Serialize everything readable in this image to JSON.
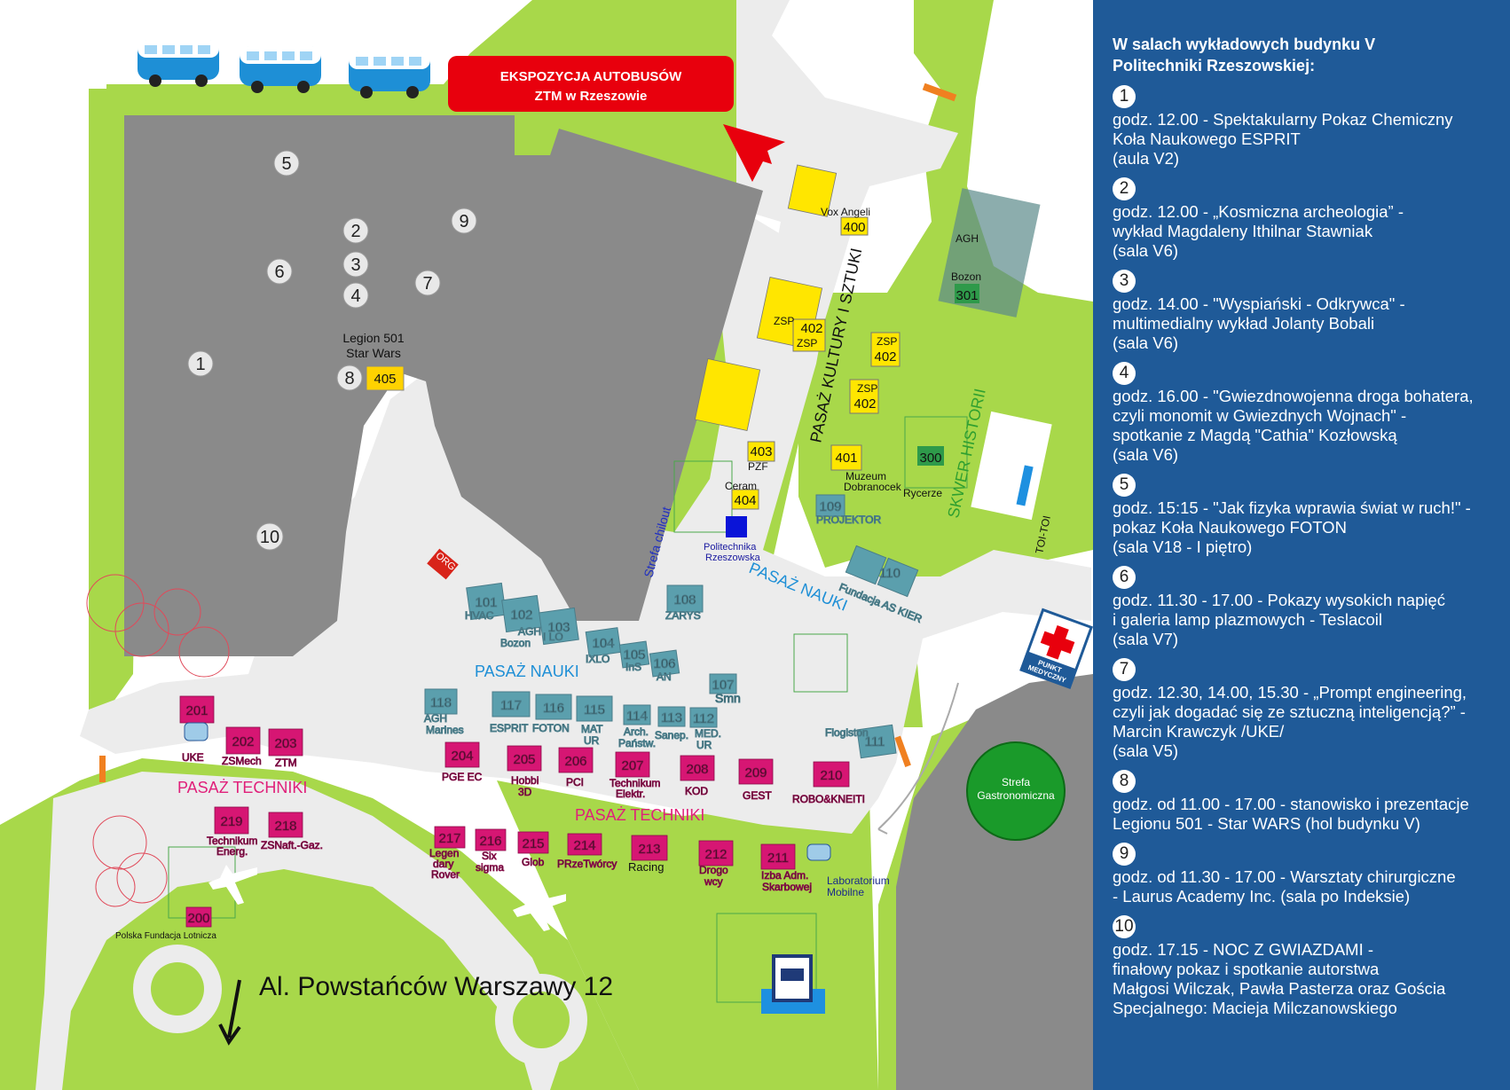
{
  "bus_banner": {
    "line1": "EKSPOZYCJA AUTOBUSÓW",
    "line2": "ZTM w Rzeszowie"
  },
  "hall_numbers": [
    "5",
    "2",
    "3",
    "4",
    "6",
    "7",
    "9",
    "1",
    "8",
    "10"
  ],
  "legion_label": {
    "line1": "Legion 501",
    "line2": "Star Wars",
    "booth": "405"
  },
  "street": "Al. Powstańców Warszawy 12",
  "paths": {
    "kultura": "PASAŻ KULTURY I SZTUKI",
    "nauki_upper": "PASAŻ NAUKI",
    "nauki_lower": "PASAŻ NAUKI",
    "techniki_left": "PASAŻ TECHNIKI",
    "techniki_right": "PASAŻ TECHNIKI",
    "skwer": "SKWER HISTORII",
    "chillout": "Strefa chilout"
  },
  "yellow_booths": {
    "b400": "400",
    "vox": "Vox Angeli",
    "zsp402a_label": "ZSP",
    "zsp402a": "402",
    "zsp402a_label2": "ZSP",
    "zsp402b_label": "ZSP",
    "zsp402b": "402",
    "zsp402c_label": "ZSP",
    "zsp402c": "402",
    "b403": "403",
    "pzf": "PZF",
    "b404": "404",
    "ceram": "Ceram",
    "b401": "401",
    "muzeum1": "Muzeum",
    "muzeum2": "Dobranocek"
  },
  "green_booths": {
    "b301": "301",
    "agh1": "AGH",
    "agh2": "Bozon",
    "b300": "300",
    "rycerze": "Rycerze"
  },
  "teal_booths": {
    "b101": "101",
    "b101l": "HVAC",
    "b102": "102",
    "b102l1": "AGH",
    "b102l2": "Bozon",
    "b103": "103",
    "b103l": "I LO",
    "b104": "104",
    "b104l": "IXLO",
    "b105": "105",
    "b105l": "InS",
    "b106": "106",
    "b106l": "AN",
    "b107": "107",
    "b107l": "Smn",
    "b108": "108",
    "b108l": "ZARYS",
    "b109": "109",
    "b109l": "PROJEKTOR",
    "b110": "110",
    "b110l": "Fundacja AS KIER",
    "b111": "111",
    "b111l": "Flogiston",
    "b112": "112",
    "b112l1": "MED.",
    "b112l2": "UR",
    "b113": "113",
    "b113l": "Sanep.",
    "b114": "114",
    "b114l1": "Arch.",
    "b114l2": "Państw.",
    "b115": "115",
    "b115l1": "MAT",
    "b115l2": "UR",
    "b116": "116",
    "b116l": "FOTON",
    "b117": "117",
    "b117l": "ESPRIT",
    "b118": "118",
    "b118l1": "AGH",
    "b118l2": "Marines"
  },
  "pink_booths": {
    "b200": "200",
    "b200l": "Polska Fundacja Lotnicza",
    "b201": "201",
    "b201l": "UKE",
    "b202": "202",
    "b202l": "ZSMech",
    "b203": "203",
    "b203l": "ZTM",
    "b204": "204",
    "b204l": "PGE EC",
    "b205": "205",
    "b205l1": "Hobbi",
    "b205l2": "3D",
    "b206": "206",
    "b206l": "PCI",
    "b207": "207",
    "b207l1": "Technikum",
    "b207l2": "Elektr.",
    "b208": "208",
    "b208l": "KOD",
    "b209": "209",
    "b209l": "GEST",
    "b210": "210",
    "b210l": "ROBO&KNEITI",
    "b211": "211",
    "b211l1": "Izba Adm.",
    "b211l2": "Skarbowej",
    "b212": "212",
    "b212l1": "Drogo",
    "b212l2": "wcy",
    "b213": "213",
    "b213l": "Racing",
    "b214": "214",
    "b214l": "PRzeTwórcy",
    "b215": "215",
    "b215l": "Glob",
    "b216": "216",
    "b216l1": "Six",
    "b216l2": "sigma",
    "b217": "217",
    "b217l1": "Legen",
    "b217l2": "dary",
    "b217l3": "Rover",
    "b218": "218",
    "b218l": "ZSNaft.-Gaz.",
    "b219": "219",
    "b219l1": "Technikum",
    "b219l2": "Energ."
  },
  "misc": {
    "politechnika1": "Politechnika",
    "politechnika2": "Rzeszowska",
    "org": "ORG",
    "toitoi": "TOI-TOI",
    "punkt1": "PUNKT",
    "punkt2": "MEDYCZNY",
    "strefa1": "Strefa",
    "strefa2": "Gastronomiczna",
    "lab1": "Laboratorium",
    "lab2": "Mobilne"
  },
  "panel": {
    "heading_line1": "W salach wykładowych budynku V",
    "heading_line2": "Politechniki Rzeszowskiej:",
    "events": [
      {
        "num": "1",
        "text": "godz. 12.00 - Spektakularny Pokaz Chemiczny\nKoła Naukowego ESPRIT\n(aula V2)"
      },
      {
        "num": "2",
        "text": "godz. 12.00 - „Kosmiczna archeologia” -\nwykład Magdaleny Ithilnar Stawniak\n(sala V6)"
      },
      {
        "num": "3",
        "text": "godz. 14.00 - \"Wyspiański - Odkrywca\" -\nmultimedialny wykład Jolanty Bobali\n(sala V6)"
      },
      {
        "num": "4",
        "text": "godz. 16.00 - \"Gwiezdnowojenna droga bohatera,\nczyli monomit w Gwiezdnych Wojnach\" -\nspotkanie z Magdą \"Cathia\" Kozłowską\n(sala V6)"
      },
      {
        "num": "5",
        "text": "godz. 15:15 - \"Jak fizyka wprawia świat w ruch!\" -\npokaz Koła Naukowego FOTON\n(sala V18 - I piętro)"
      },
      {
        "num": "6",
        "text": "godz. 11.30 - 17.00 - Pokazy wysokich napięć\ni galeria lamp plazmowych - Teslacoil\n(sala V7)"
      },
      {
        "num": "7",
        "text": "godz. 12.30, 14.00, 15.30 - „Prompt engineering,\nczyli jak dogadać się ze sztuczną inteligencją?” -\nMarcin Krawczyk /UKE/\n(sala V5)"
      },
      {
        "num": "8",
        "text": "godz. od 11.00 - 17.00  - stanowisko i prezentacje\nLegionu 501 - Star WARS  (hol budynku V)"
      },
      {
        "num": "9",
        "text": "godz. od 11.30 - 17.00 - Warsztaty chirurgiczne\n- Laurus Academy Inc. (sala po Indeksie)"
      },
      {
        "num": "10",
        "text": "godz. 17.15 - NOC Z GWIAZDAMI -\nfinałowy pokaz i spotkanie autorstwa\nMałgosi Wilczak, Pawła Pasterza oraz Gościa\nSpecjalnego: Macieja Milczanowskiego"
      }
    ]
  },
  "colors": {
    "grass": "#a8d84a",
    "building": "#8a8a8a",
    "walk": "#ececec",
    "panel": "#1f5a98",
    "pink": "#d61673",
    "teal": "#5b9fad",
    "yellow": "#ffe600",
    "banner": "#e8000d"
  }
}
